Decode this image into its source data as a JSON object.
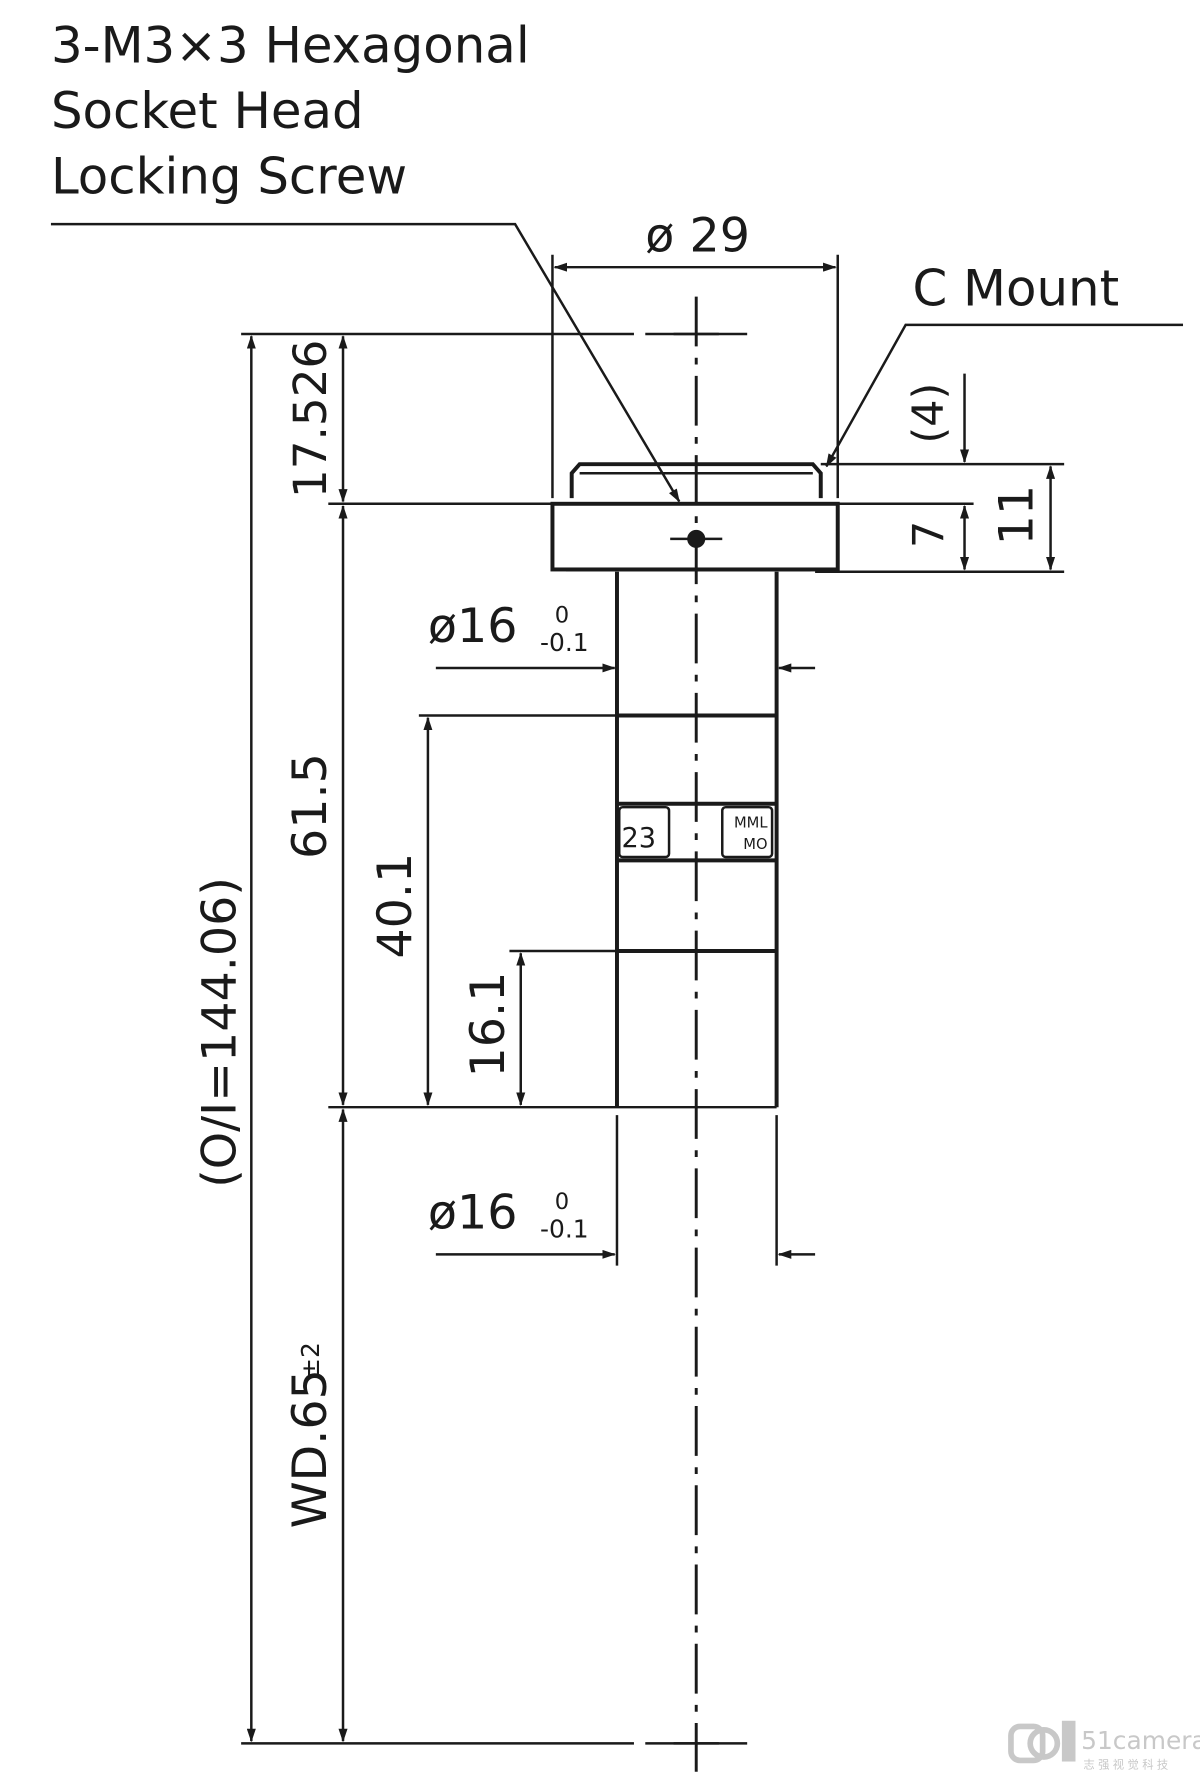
{
  "labels": {
    "screw_line1": "3-M3×3 Hexagonal",
    "screw_line2": "Socket Head",
    "screw_line3": "Locking Screw",
    "c_mount": "C Mount"
  },
  "dimensions": {
    "mount_diameter": "ø 29",
    "tube_diameter_upper": "ø16",
    "tube_diameter_lower": "ø16",
    "tol_upper": "0",
    "tol_lower": "-0.1",
    "tol2_upper": "0",
    "tol2_lower": "-0.1",
    "d17": "17.526",
    "d61": "61.5",
    "d40": "40.1",
    "d16": "16.1",
    "total": "(O/I=144.06)",
    "wd": "WD.65",
    "wd_tol": "±2",
    "d4": "(4)",
    "d7": "7",
    "d11": "11"
  },
  "lens_ring": {
    "magnification": "23",
    "model_line1": "MML",
    "model_line2": "MO"
  },
  "watermark": {
    "brand": "51camera",
    "subtitle": "志强视觉科技"
  }
}
